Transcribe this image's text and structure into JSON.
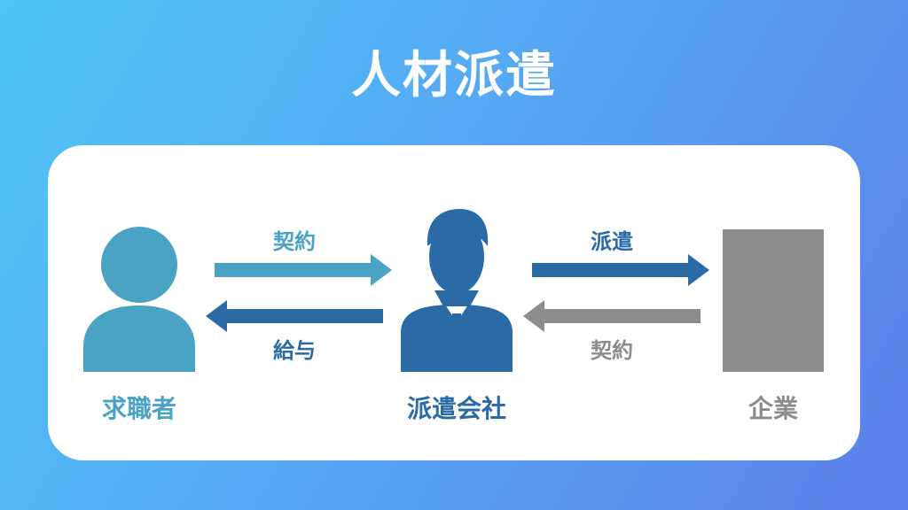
{
  "title": "人材派遣",
  "colors": {
    "job_seeker": "#4aa3c4",
    "agency": "#2a6aa5",
    "company": "#8c8c8c",
    "contract_arrow": "#4aa3c4",
    "salary_arrow": "#2a6aa5",
    "dispatch_arrow": "#2a6aa5",
    "company_contract_arrow": "#8c8c8c"
  },
  "nodes": {
    "job_seeker": {
      "label": "求職者",
      "icon": "person-icon"
    },
    "agency": {
      "label": "派遣会社",
      "icon": "businessman-icon"
    },
    "company": {
      "label": "企業",
      "icon": "building-icon"
    }
  },
  "edges": {
    "seeker_to_agency": {
      "label": "契約"
    },
    "agency_to_seeker": {
      "label": "給与"
    },
    "agency_to_company": {
      "label": "派遣"
    },
    "company_to_agency": {
      "label": "契約"
    }
  }
}
